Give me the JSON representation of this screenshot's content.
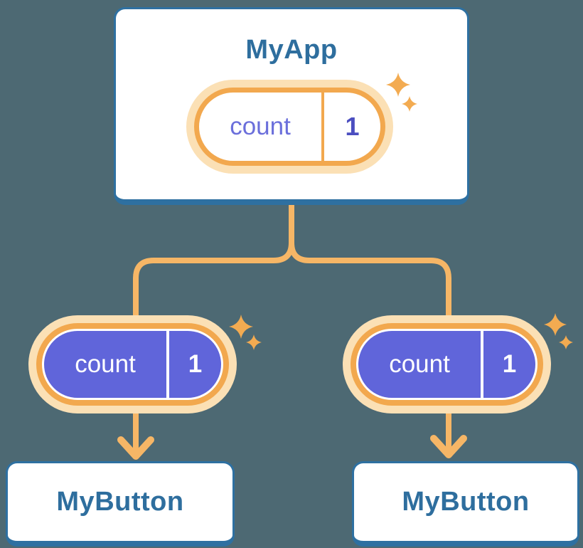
{
  "title": "React component tree diagram",
  "colors": {
    "background": "#4D6973",
    "card-bg": "#FFFFFF",
    "card-border": "#2E70A1",
    "card-text": "#2E6E9E",
    "line-orange": "#F6B666",
    "ring-orange": "#F2A84E",
    "pale-orange": "#FBE0B5",
    "sparkle-orange": "#F3AB51",
    "pill-purple": "#6065DA",
    "pill-label-purple": "#6B6FDB",
    "pill-value-purple": "#4B4EC0",
    "pill-text-white": "#FFFFFF"
  },
  "icons": [
    "sparkle-icon",
    "arrow-down-icon"
  ],
  "tree": {
    "root": {
      "name": "MyApp",
      "state": {
        "label": "count",
        "value": "1"
      }
    },
    "children": [
      {
        "name": "MyButton",
        "state": {
          "label": "count",
          "value": "1"
        }
      },
      {
        "name": "MyButton",
        "state": {
          "label": "count",
          "value": "1"
        }
      }
    ]
  }
}
